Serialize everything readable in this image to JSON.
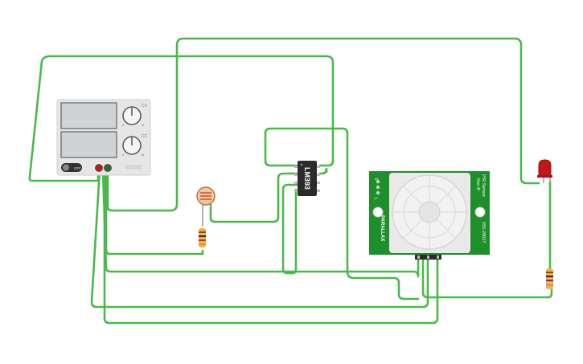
{
  "power_supply": {
    "switch_label": "OFF",
    "knob_max_labels": [
      "CV",
      "CC"
    ],
    "knob_min_labels": [
      "0",
      "0"
    ],
    "knob_max_short": [
      "M",
      "M"
    ]
  },
  "comparator": {
    "label": "LM393"
  },
  "pir_sensor": {
    "title": "PIR Sensor",
    "rev": "Rev B",
    "part_number": "555-28027",
    "brand": "PARALLAX",
    "pin_labels": [
      "S",
      "L"
    ]
  },
  "colors": {
    "wire": "#4cb84c",
    "pcb": "#1e8f2a",
    "led": "#c0171b",
    "supply_body": "#e6e6e6",
    "ic_body": "#2b2b2b"
  }
}
